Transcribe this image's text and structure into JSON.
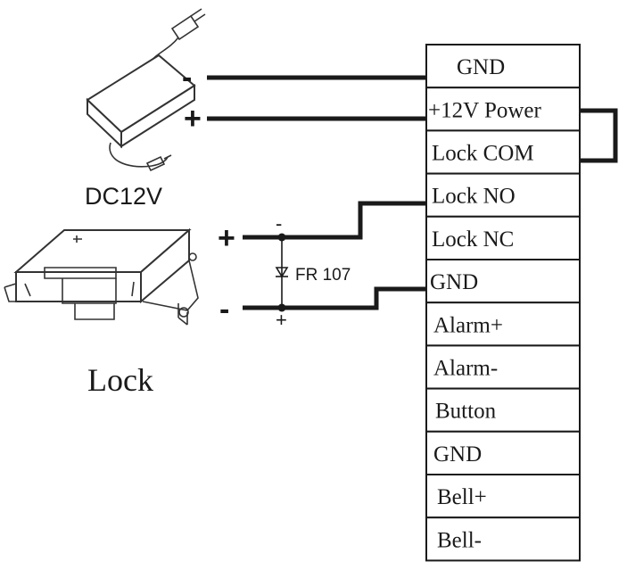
{
  "terminal_block": {
    "rows": [
      "GND",
      "+12V Power",
      "Lock COM",
      "Lock NO",
      "Lock NC",
      "GND",
      "Alarm+",
      "Alarm-",
      "Button",
      "GND",
      "Bell+",
      "Bell-"
    ]
  },
  "power_supply": {
    "label": "DC12V",
    "minus_sign": "-",
    "plus_sign": "+"
  },
  "lock": {
    "label": "Lock",
    "plus_sign": "+",
    "minus_sign": "-"
  },
  "diode": {
    "label": "FR 107",
    "top_mark": "-",
    "bottom_mark": "+"
  }
}
